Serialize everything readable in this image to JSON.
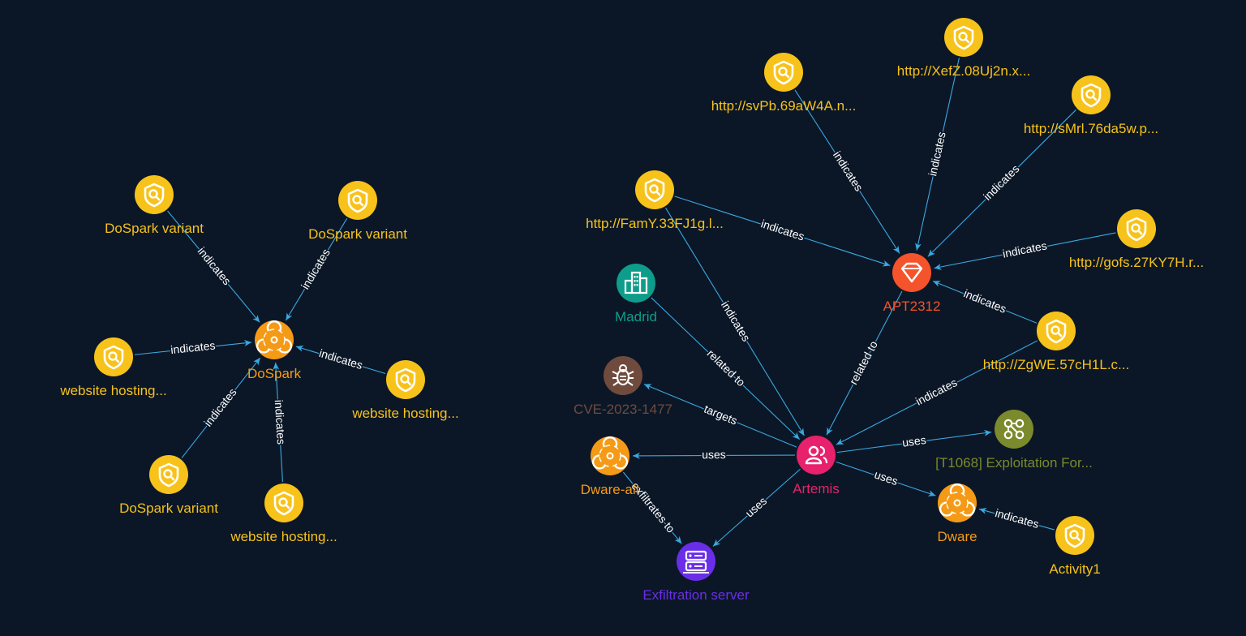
{
  "colors": {
    "background": "#0b1727",
    "edge": "#3aa8e0",
    "indicator": "#f7c21a",
    "malware": "#f59a16",
    "intrusion_set": "#f4532b",
    "threat_actor": "#e8216c",
    "location": "#0e9d8a",
    "vulnerability": "#6f4b3e",
    "attack_pattern": "#7b8a2c",
    "infrastructure": "#6a2ee8"
  },
  "nodes": [
    {
      "id": "n1",
      "type": "indicator",
      "icon": "search-shield-icon",
      "label": "DoSpark variant",
      "color": "#f7c21a",
      "label_color": "#f7c21a"
    },
    {
      "id": "n2",
      "type": "indicator",
      "icon": "search-shield-icon",
      "label": "DoSpark variant",
      "color": "#f7c21a",
      "label_color": "#f7c21a"
    },
    {
      "id": "n3",
      "type": "indicator",
      "icon": "search-shield-icon",
      "label": "website hosting...",
      "color": "#f7c21a",
      "label_color": "#f7c21a"
    },
    {
      "id": "n4",
      "type": "malware",
      "icon": "biohazard-icon",
      "label": "DoSpark",
      "color": "#f59a16",
      "label_color": "#f59a16"
    },
    {
      "id": "n5",
      "type": "indicator",
      "icon": "search-shield-icon",
      "label": "website hosting...",
      "color": "#f7c21a",
      "label_color": "#f7c21a"
    },
    {
      "id": "n6",
      "type": "indicator",
      "icon": "search-shield-icon",
      "label": "DoSpark variant",
      "color": "#f7c21a",
      "label_color": "#f7c21a"
    },
    {
      "id": "n7",
      "type": "indicator",
      "icon": "search-shield-icon",
      "label": "website hosting...",
      "color": "#f7c21a",
      "label_color": "#f7c21a"
    },
    {
      "id": "n8",
      "type": "indicator",
      "icon": "search-shield-icon",
      "label": "http://XefZ.08Uj2n.x...",
      "color": "#f7c21a",
      "label_color": "#f7c21a"
    },
    {
      "id": "n9",
      "type": "indicator",
      "icon": "search-shield-icon",
      "label": "http://svPb.69aW4A.n...",
      "color": "#f7c21a",
      "label_color": "#f7c21a"
    },
    {
      "id": "n10",
      "type": "indicator",
      "icon": "search-shield-icon",
      "label": "http://sMrl.76da5w.p...",
      "color": "#f7c21a",
      "label_color": "#f7c21a"
    },
    {
      "id": "n11",
      "type": "indicator",
      "icon": "search-shield-icon",
      "label": "http://FamY.33FJ1g.l...",
      "color": "#f7c21a",
      "label_color": "#f7c21a"
    },
    {
      "id": "n12",
      "type": "indicator",
      "icon": "search-shield-icon",
      "label": "http://gofs.27KY7H.r...",
      "color": "#f7c21a",
      "label_color": "#f7c21a"
    },
    {
      "id": "n13",
      "type": "intrusion-set",
      "icon": "diamond-icon",
      "label": "APT2312",
      "color": "#f4532b",
      "label_color": "#f4532b"
    },
    {
      "id": "n14",
      "type": "location",
      "icon": "city-icon",
      "label": "Madrid",
      "color": "#0e9d8a",
      "label_color": "#0e9d8a"
    },
    {
      "id": "n15",
      "type": "indicator",
      "icon": "search-shield-icon",
      "label": "http://ZgWE.57cH1L.c...",
      "color": "#f7c21a",
      "label_color": "#f7c21a"
    },
    {
      "id": "n16",
      "type": "vulnerability",
      "icon": "bug-icon",
      "label": "CVE-2023-1477",
      "color": "#6f4b3e",
      "label_color": "#6f4b3e"
    },
    {
      "id": "n17",
      "type": "attack-pattern",
      "icon": "nodes-icon",
      "label": "[T1068] Exploitation For...",
      "color": "#7b8a2c",
      "label_color": "#7b8a2c"
    },
    {
      "id": "n18",
      "type": "malware",
      "icon": "biohazard-icon",
      "label": "Dware-alt",
      "color": "#f59a16",
      "label_color": "#f59a16"
    },
    {
      "id": "n19",
      "type": "threat-actor",
      "icon": "users-icon",
      "label": "Artemis",
      "color": "#e8216c",
      "label_color": "#e8216c"
    },
    {
      "id": "n20",
      "type": "malware",
      "icon": "biohazard-icon",
      "label": "Dware",
      "color": "#f59a16",
      "label_color": "#f59a16"
    },
    {
      "id": "n21",
      "type": "indicator",
      "icon": "search-shield-icon",
      "label": "Activity1",
      "color": "#f7c21a",
      "label_color": "#f7c21a"
    },
    {
      "id": "n22",
      "type": "infrastructure",
      "icon": "server-icon",
      "label": "Exfiltration server",
      "color": "#6a2ee8",
      "label_color": "#6a2ee8"
    }
  ],
  "edges": [
    {
      "from": "n1",
      "to": "n4",
      "label": "indicates"
    },
    {
      "from": "n2",
      "to": "n4",
      "label": "indicates"
    },
    {
      "from": "n3",
      "to": "n4",
      "label": "indicates"
    },
    {
      "from": "n5",
      "to": "n4",
      "label": "indicates"
    },
    {
      "from": "n6",
      "to": "n4",
      "label": "indicates"
    },
    {
      "from": "n7",
      "to": "n4",
      "label": "indicates"
    },
    {
      "from": "n9",
      "to": "n13",
      "label": "indicates"
    },
    {
      "from": "n8",
      "to": "n13",
      "label": "indicates"
    },
    {
      "from": "n10",
      "to": "n13",
      "label": "indicates"
    },
    {
      "from": "n11",
      "to": "n13",
      "label": "indicates"
    },
    {
      "from": "n12",
      "to": "n13",
      "label": "indicates"
    },
    {
      "from": "n15",
      "to": "n13",
      "label": "indicates"
    },
    {
      "from": "n11",
      "to": "n19",
      "label": "indicates"
    },
    {
      "from": "n14",
      "to": "n19",
      "label": "related to"
    },
    {
      "from": "n13",
      "to": "n19",
      "label": "related to"
    },
    {
      "from": "n19",
      "to": "n16",
      "label": "targets"
    },
    {
      "from": "n15",
      "to": "n19",
      "label": "indicates"
    },
    {
      "from": "n19",
      "to": "n17",
      "label": "uses"
    },
    {
      "from": "n19",
      "to": "n18",
      "label": "uses"
    },
    {
      "from": "n19",
      "to": "n20",
      "label": "uses"
    },
    {
      "from": "n19",
      "to": "n22",
      "label": "uses"
    },
    {
      "from": "n18",
      "to": "n22",
      "label": "exfiltrates to"
    },
    {
      "from": "n21",
      "to": "n20",
      "label": "indicates"
    }
  ]
}
